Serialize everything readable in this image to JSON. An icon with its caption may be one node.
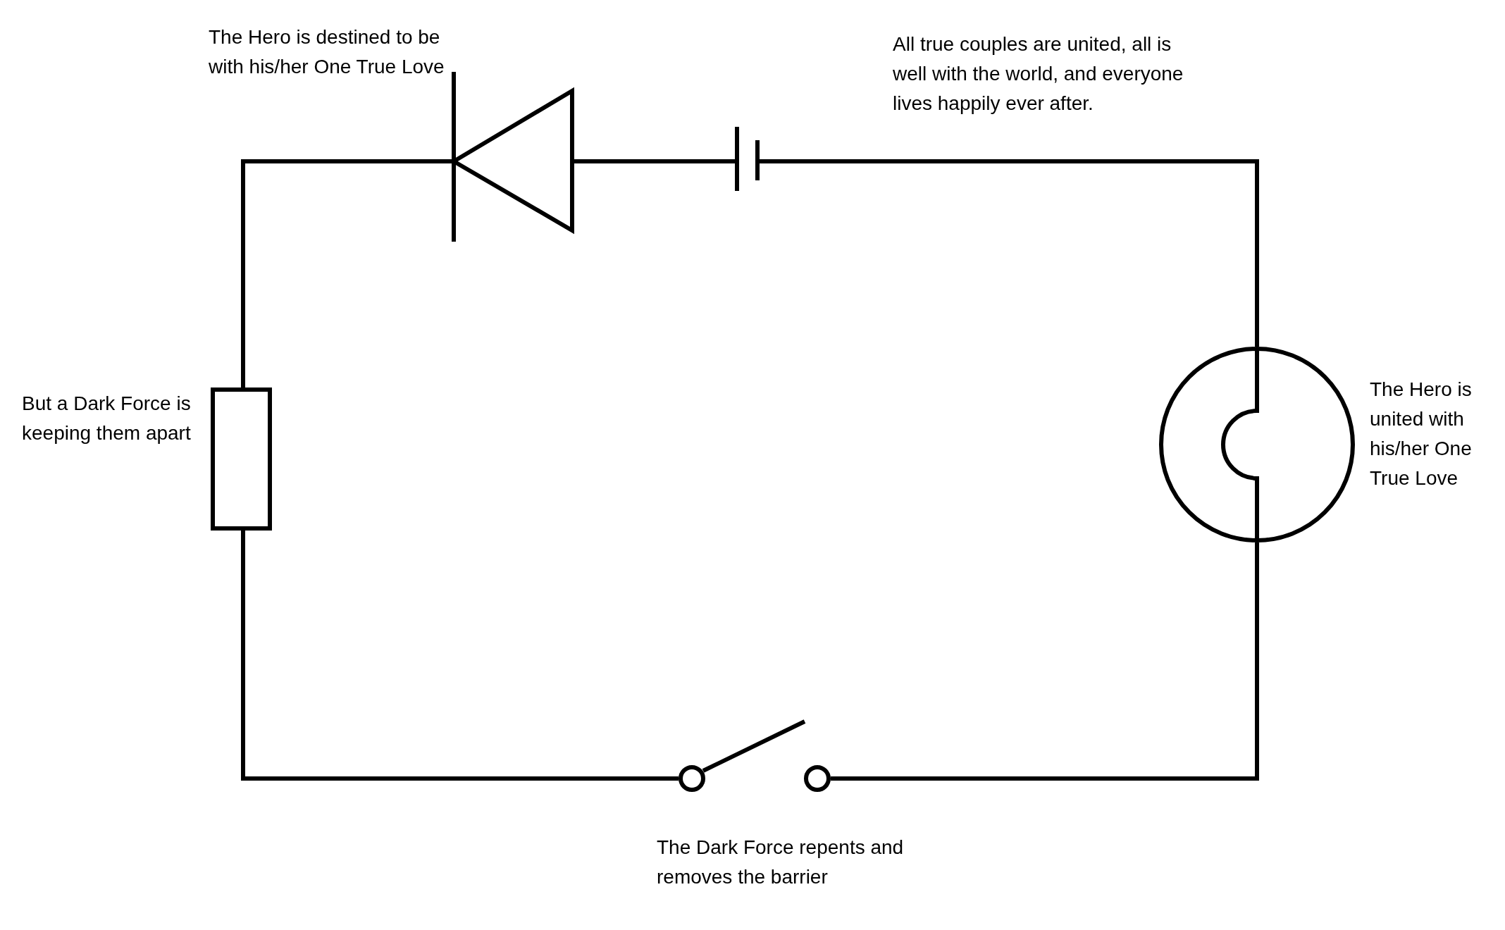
{
  "diagram": {
    "nodes": [
      {
        "text": [],
        "shape": "diode"
      },
      {
        "text": [],
        "shape": "capacitor"
      },
      {
        "text": [],
        "shape": "resistor"
      },
      {
        "text": [],
        "shape": "lamp"
      },
      {
        "text": [],
        "shape": "switch"
      }
    ],
    "edges": [
      {
        "from": 0,
        "to": 1,
        "arrow": "none"
      },
      {
        "from": 1,
        "to": 3,
        "arrow": "none"
      },
      {
        "from": 3,
        "to": 4,
        "arrow": "none"
      },
      {
        "from": 4,
        "to": 2,
        "arrow": "none"
      },
      {
        "from": 2,
        "to": 0,
        "arrow": "none"
      }
    ],
    "labels": [
      "The Hero is destined to be with his/her One True Love",
      "All true couples are united, all is well with the world, and everyone lives happily ever after.",
      "But a Dark Force is keeping them apart",
      "The Hero is united with his/her One True Love",
      "The Dark Force repents and removes the barrier"
    ]
  }
}
